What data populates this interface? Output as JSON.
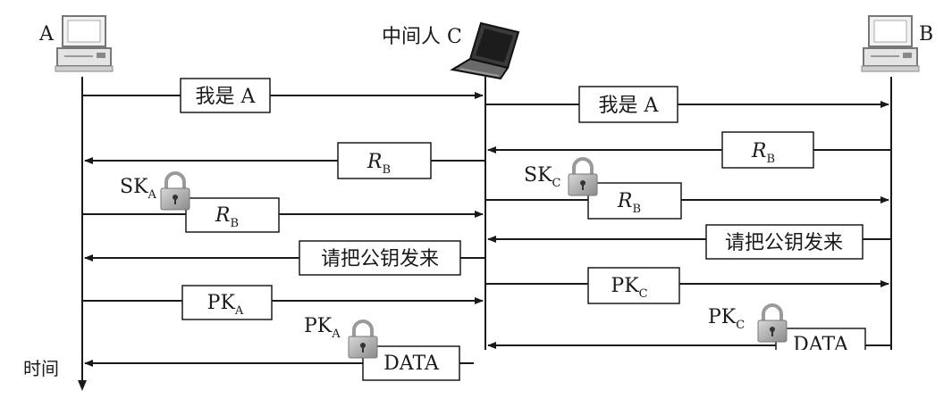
{
  "actors": {
    "a": {
      "name": "A"
    },
    "c": {
      "name": "中间人 C"
    },
    "b": {
      "name": "B"
    }
  },
  "time_label": "时间",
  "messages": [
    {
      "id": "m1",
      "text": "我是 A"
    },
    {
      "id": "m2",
      "text": "我是 A"
    },
    {
      "id": "m3",
      "main": "R",
      "sub": "B"
    },
    {
      "id": "m4",
      "main": "R",
      "sub": "B"
    },
    {
      "id": "m5",
      "main": "R",
      "sub": "B"
    },
    {
      "id": "m6",
      "main": "R",
      "sub": "B"
    },
    {
      "id": "m7",
      "text": "请把公钥发来"
    },
    {
      "id": "m8",
      "text": "请把公钥发来"
    },
    {
      "id": "m9",
      "main": "PK",
      "sub": "A"
    },
    {
      "id": "m10",
      "main": "PK",
      "sub": "C"
    },
    {
      "id": "m11",
      "text": "DATA"
    },
    {
      "id": "m12",
      "text": "DATA"
    }
  ],
  "keys": [
    {
      "id": "k1",
      "main": "SK",
      "sub": "A"
    },
    {
      "id": "k2",
      "main": "SK",
      "sub": "C"
    },
    {
      "id": "k3",
      "main": "PK",
      "sub": "A"
    },
    {
      "id": "k4",
      "main": "PK",
      "sub": "C"
    }
  ]
}
